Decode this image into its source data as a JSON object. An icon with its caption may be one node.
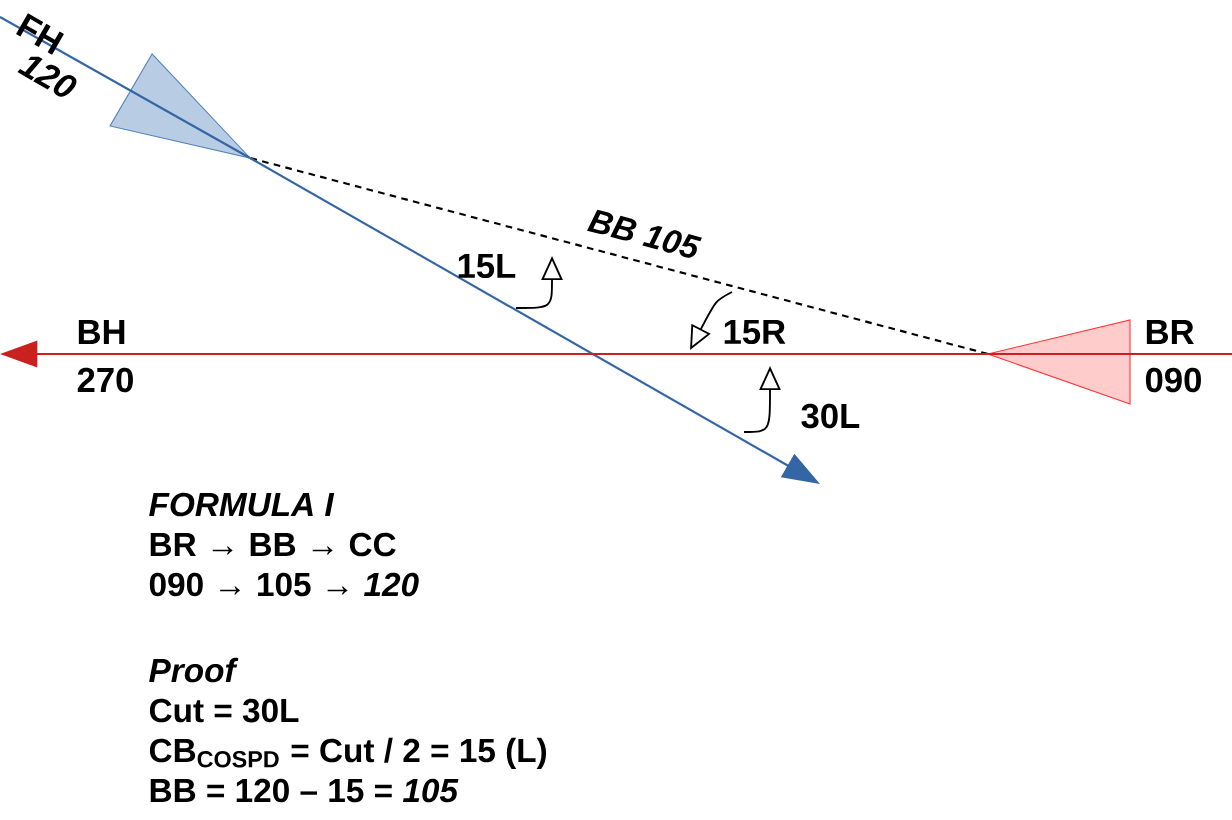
{
  "diagram": {
    "nodes": [
      {
        "text": [],
        "shape": "triangle"
      },
      {
        "text": [],
        "shape": "triangle"
      }
    ],
    "edges": [
      {
        "from": 0,
        "to": 1,
        "arrow": "none",
        "style": "dashed",
        "label": "BB 105"
      },
      {
        "from": 0,
        "to": null,
        "arrow": "to",
        "color": "#3465a4"
      },
      {
        "from": 1,
        "to": null,
        "arrow": "to",
        "color": "#c9211e"
      }
    ],
    "labels": [
      "FH",
      "120",
      "BH",
      "270",
      "BR",
      "090",
      "15L",
      "15R",
      "30L",
      "FORMULA I",
      "BR  → BB  → CC",
      "090 → 105 → *120*",
      "Proof",
      "Cut = 30L",
      "CB$_{COSPD}$ = Cut / 2 = 15 (L)",
      "BB = 120 – 15 = *105*"
    ]
  }
}
